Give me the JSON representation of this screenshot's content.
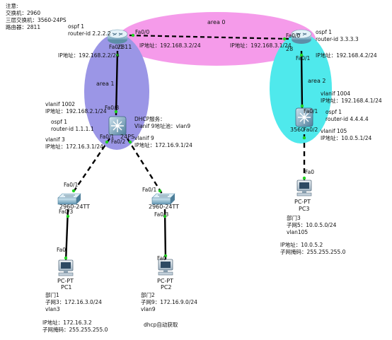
{
  "colors": {
    "area0": "#f59bea",
    "area1": "#9b96e6",
    "area2": "#4fe9ec",
    "link": "#000000",
    "port_dot": "#1fd31f"
  },
  "icons": {
    "router": "router-icon",
    "multilayer_switch": "multilayer-switch-icon",
    "switch": "switch-icon",
    "pc": "pc-icon"
  },
  "notes": {
    "title": "注意:",
    "line1": "交换机：2960",
    "line2": "三层交换机：3560-24PS",
    "line3": "路由器：2811"
  },
  "areas": {
    "area0": "area 0",
    "area1": "area 1",
    "area2": "area 2"
  },
  "router_left": {
    "ospf": "ospf 1",
    "router_id": "router-id 2.2.2.2",
    "name_fragment": "2811",
    "ip_down": "IP地址：192.168.2.2/24",
    "ip_link": "IP地址：192.168.3.2/24",
    "port_fa00": "Fa0/0",
    "port_fa01": "Fa0/1"
  },
  "router_right": {
    "ospf": "ospf 1",
    "router_id": "router-id 3.3.3.3",
    "name_fragment": "28",
    "ip_link": "IP地址：192.168.3.1/24",
    "ip_down": "IP地址：192.168.4.2/24",
    "port_fa00": "Fa0/0",
    "port_fa01": "Fa0/1"
  },
  "mls_left": {
    "vlanif1002": "vlanif 1002",
    "vlanif1002_ip": "IP地址：192.168.2.1/24",
    "ospf": "ospf 1",
    "router_id": "router-id 1.1.1.1",
    "vlanif3": "vlanif 3",
    "vlanif3_ip": "IP地址：172.16.3.1/24",
    "dhcp": "DHCP服务：",
    "dhcp_detail": "Vlanif 9地址池：vlan9",
    "vlanif9": "vlanif 9",
    "vlanif9_ip": "IP地址：172.16.9.1/24",
    "name_fragment": "24PS",
    "port_fa03": "Fa0/3",
    "port_fa01": "Fa0/1",
    "port_fa02": "Fa0/2"
  },
  "mls_right": {
    "vlanif1004": "vlanif 1004",
    "vlanif1004_ip": "IP地址：192.168.4.1/24",
    "ospf": "ospf 1",
    "router_id": "router-id 4.4.4.4",
    "vlanif105": "vlanif 105",
    "vlanif105_ip": "IP地址：10.0.5.1/24",
    "name_fragment": "3560",
    "port_fa01": "Fa0/1",
    "port_fa02": "Fa0/2"
  },
  "switch_left": {
    "name": "2960-24TT",
    "port_fa01": "Fa0/1",
    "port_fa03": "Fa0/3"
  },
  "switch_right": {
    "name": "2960-24TT",
    "port_fa01": "Fa0/1",
    "port_fa03": "Fa0/3"
  },
  "pc1": {
    "port": "Fa0",
    "type": "PC-PT",
    "name": "PC1",
    "dept": "部门1",
    "subnet": "子网3：172.16.3.0/24",
    "vlan": "vlan3",
    "ip": "IP地址：172.16.3.2",
    "mask": "子网掩码：255.255.255.0"
  },
  "pc2": {
    "port": "Fa0",
    "type": "PC-PT",
    "name": "PC2",
    "dept": "部门2",
    "subnet": "子网9：172.16.9.0/24",
    "vlan": "vlan9",
    "dhcp_note": "dhcp自动获取"
  },
  "pc3": {
    "port": "Fa0",
    "type": "PC-PT",
    "name": "PC3",
    "dept": "部门3",
    "subnet": "子网5：10.0.5.0/24",
    "vlan": "vlan105",
    "ip": "IP地址：10.0.5.2",
    "mask": "子网掩码：255.255.255.0"
  }
}
